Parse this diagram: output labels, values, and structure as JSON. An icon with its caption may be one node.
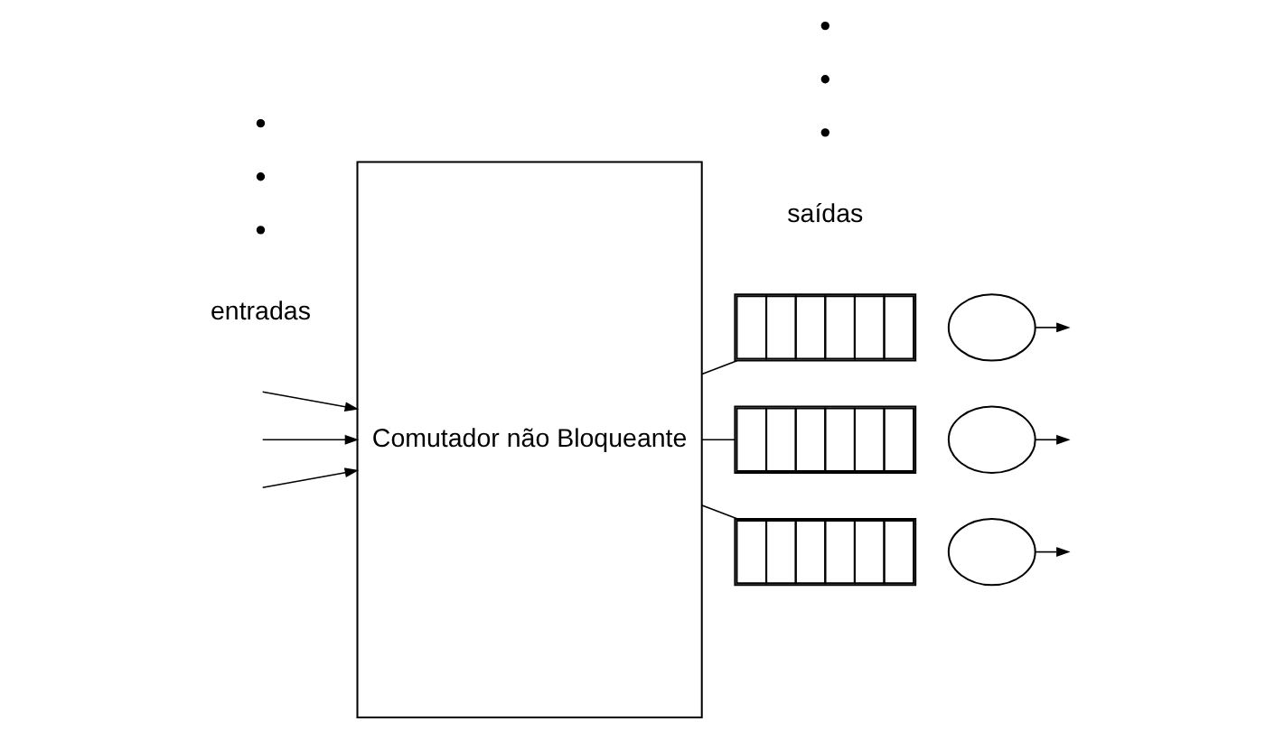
{
  "diagram": {
    "nodes": [
      {
        "text": [
          "Comutador não Bloqueante"
        ]
      },
      {
        "text": [],
        "shape": "box"
      },
      {
        "text": [],
        "shape": "circle"
      },
      {
        "text": [],
        "shape": "box"
      },
      {
        "text": [],
        "shape": "circle"
      },
      {
        "text": [],
        "shape": "box"
      },
      {
        "text": [],
        "shape": "circle"
      }
    ],
    "edges": [
      {
        "from": null,
        "to": 0,
        "arrow": "to"
      },
      {
        "from": null,
        "to": 0,
        "arrow": "to"
      },
      {
        "from": null,
        "to": 0,
        "arrow": "to"
      },
      {
        "from": 0,
        "to": 1,
        "arrow": "none"
      },
      {
        "from": 0,
        "to": 3,
        "arrow": "none"
      },
      {
        "from": 0,
        "to": 5,
        "arrow": "none"
      },
      {
        "from": 2,
        "to": null,
        "arrow": "to"
      },
      {
        "from": 4,
        "to": null,
        "arrow": "to"
      },
      {
        "from": 6,
        "to": null,
        "arrow": "to"
      }
    ],
    "labels": [
      "entradas",
      "saídas"
    ]
  }
}
